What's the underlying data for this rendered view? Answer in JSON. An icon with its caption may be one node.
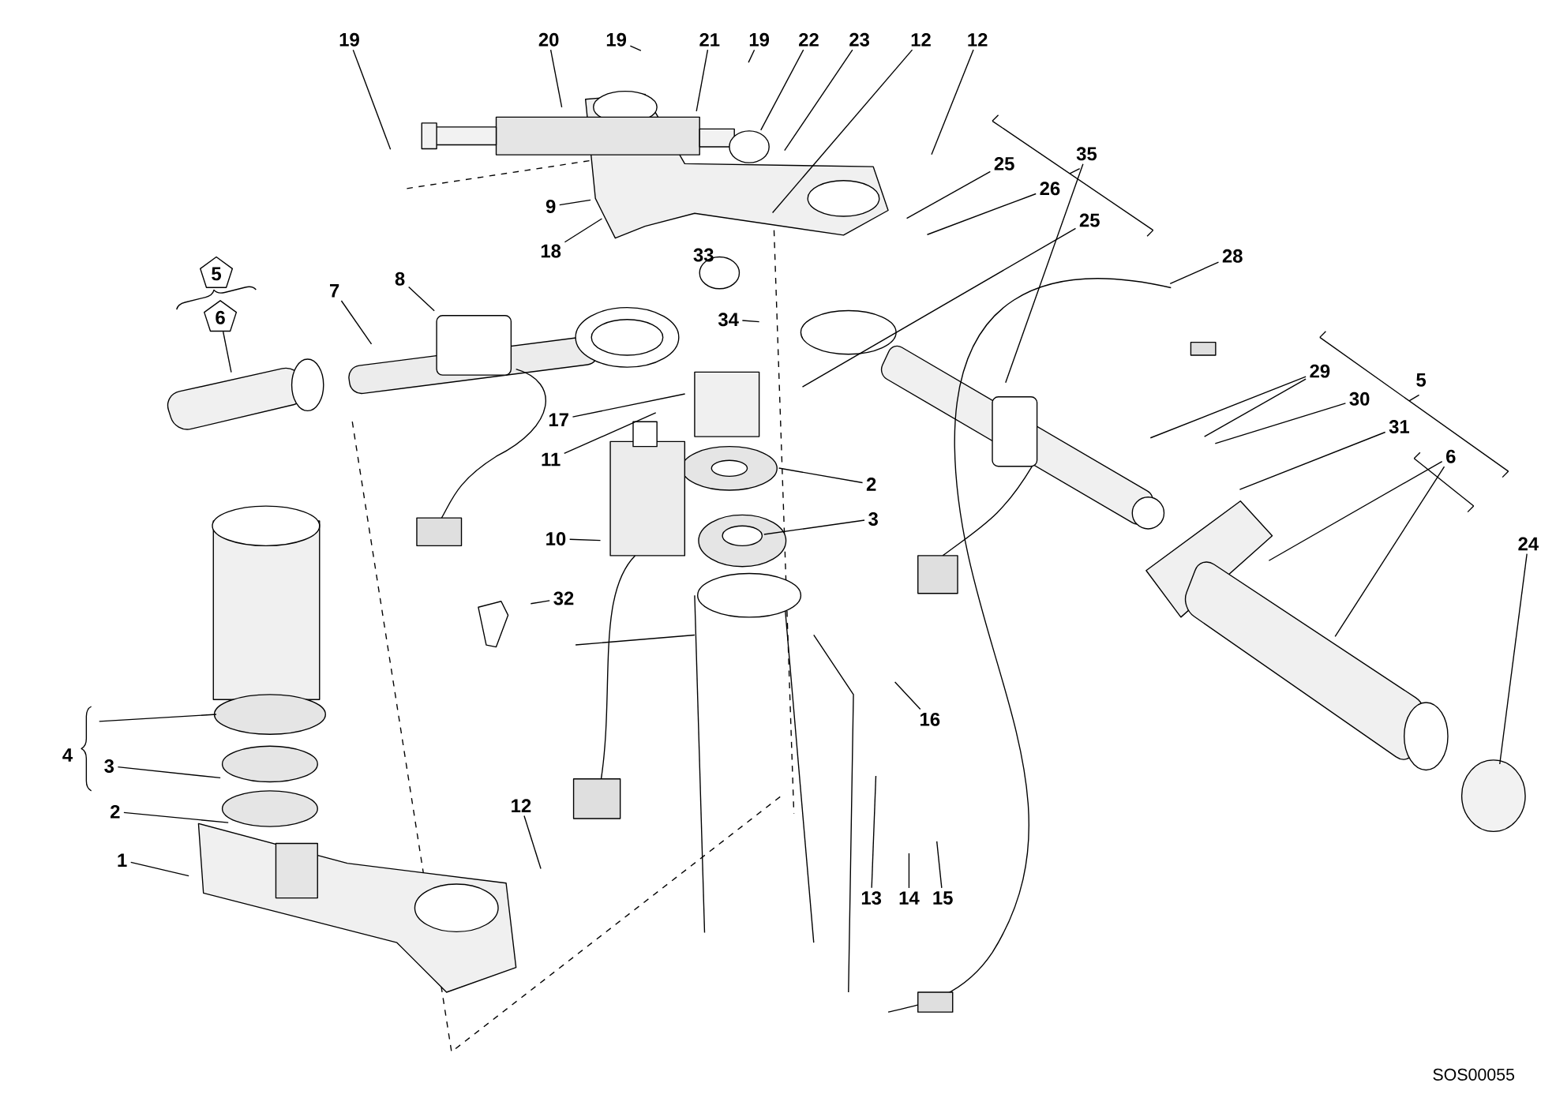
{
  "diagram": {
    "nodes": [
      {
        "text": [
          "19"
        ]
      },
      {
        "text": [
          "20"
        ]
      },
      {
        "text": [
          "19"
        ]
      },
      {
        "text": [
          "21"
        ]
      },
      {
        "text": [
          "19"
        ]
      },
      {
        "text": [
          "22"
        ]
      },
      {
        "text": [
          "23"
        ]
      },
      {
        "text": [
          "12"
        ]
      },
      {
        "text": [
          "12"
        ]
      },
      {
        "text": [
          "35"
        ]
      },
      {
        "text": [
          "25"
        ]
      },
      {
        "text": [
          "26"
        ]
      },
      {
        "text": [
          "25"
        ]
      },
      {
        "text": [
          "28"
        ]
      },
      {
        "text": [
          "29"
        ]
      },
      {
        "text": [
          "30"
        ]
      },
      {
        "text": [
          "31"
        ]
      },
      {
        "text": [
          "6"
        ]
      },
      {
        "text": [
          "24"
        ]
      },
      {
        "text": [
          "34"
        ]
      },
      {
        "text": [
          "17"
        ]
      },
      {
        "text": [
          "11"
        ]
      },
      {
        "text": [
          "2"
        ]
      },
      {
        "text": [
          "3"
        ]
      },
      {
        "text": [
          "10"
        ]
      },
      {
        "text": [
          "32"
        ]
      },
      {
        "text": [
          "16"
        ]
      },
      {
        "text": [
          "13"
        ]
      },
      {
        "text": [
          "14"
        ]
      },
      {
        "text": [
          "15"
        ]
      },
      {
        "text": [
          "12"
        ]
      },
      {
        "text": [
          "1"
        ]
      },
      {
        "text": [
          "2"
        ]
      },
      {
        "text": [
          "3"
        ]
      },
      {
        "text": [
          "8"
        ]
      },
      {
        "text": [
          "7"
        ]
      },
      {
        "text": [
          "6"
        ]
      },
      {
        "text": [
          "9"
        ]
      },
      {
        "text": [
          "18"
        ]
      },
      {
        "text": [
          "5"
        ]
      }
    ],
    "edges": [
      {
        "from": 0,
        "to": null,
        "arrow": "none"
      },
      {
        "from": 1,
        "to": null,
        "arrow": "none"
      },
      {
        "from": 2,
        "to": null,
        "arrow": "none"
      },
      {
        "from": 3,
        "to": null,
        "arrow": "none"
      },
      {
        "from": 4,
        "to": null,
        "arrow": "none"
      },
      {
        "from": 5,
        "to": null,
        "arrow": "none"
      },
      {
        "from": 6,
        "to": null,
        "arrow": "none"
      },
      {
        "from": 7,
        "to": null,
        "arrow": "none"
      },
      {
        "from": 8,
        "to": null,
        "arrow": "none"
      },
      {
        "from": 9,
        "to": null,
        "arrow": "none"
      },
      {
        "from": 10,
        "to": null,
        "arrow": "none"
      },
      {
        "from": 11,
        "to": null,
        "arrow": "none"
      },
      {
        "from": 12,
        "to": null,
        "arrow": "none"
      },
      {
        "from": 13,
        "to": null,
        "arrow": "none"
      },
      {
        "from": 14,
        "to": null,
        "arrow": "none"
      },
      {
        "from": 14,
        "to": null,
        "arrow": "none"
      },
      {
        "from": 15,
        "to": null,
        "arrow": "none"
      },
      {
        "from": 16,
        "to": null,
        "arrow": "none"
      },
      {
        "from": 17,
        "to": null,
        "arrow": "none"
      },
      {
        "from": 17,
        "to": null,
        "arrow": "none"
      },
      {
        "from": 18,
        "to": null,
        "arrow": "none"
      },
      {
        "from": 19,
        "to": null,
        "arrow": "none"
      },
      {
        "from": 20,
        "to": null,
        "arrow": "none"
      },
      {
        "from": 21,
        "to": null,
        "arrow": "none"
      },
      {
        "from": 22,
        "to": null,
        "arrow": "none"
      },
      {
        "from": 23,
        "to": null,
        "arrow": "none"
      },
      {
        "from": 24,
        "to": null,
        "arrow": "none"
      },
      {
        "from": 25,
        "to": null,
        "arrow": "none"
      },
      {
        "from": 26,
        "to": null,
        "arrow": "none"
      },
      {
        "from": 27,
        "to": null,
        "arrow": "none"
      },
      {
        "from": 28,
        "to": null,
        "arrow": "none"
      },
      {
        "from": 29,
        "to": null,
        "arrow": "none"
      },
      {
        "from": 30,
        "to": null,
        "arrow": "none"
      },
      {
        "from": 31,
        "to": null,
        "arrow": "none"
      },
      {
        "from": 32,
        "to": null,
        "arrow": "none"
      },
      {
        "from": 33,
        "to": null,
        "arrow": "none"
      },
      {
        "from": 34,
        "to": null,
        "arrow": "none"
      },
      {
        "from": 35,
        "to": null,
        "arrow": "none"
      },
      {
        "from": 36,
        "to": null,
        "arrow": "none"
      },
      {
        "from": 37,
        "to": null,
        "arrow": "none"
      },
      {
        "from": 38,
        "to": null,
        "arrow": "none"
      }
    ],
    "labels": [
      "33",
      "5",
      "4",
      "SOS00055"
    ]
  }
}
